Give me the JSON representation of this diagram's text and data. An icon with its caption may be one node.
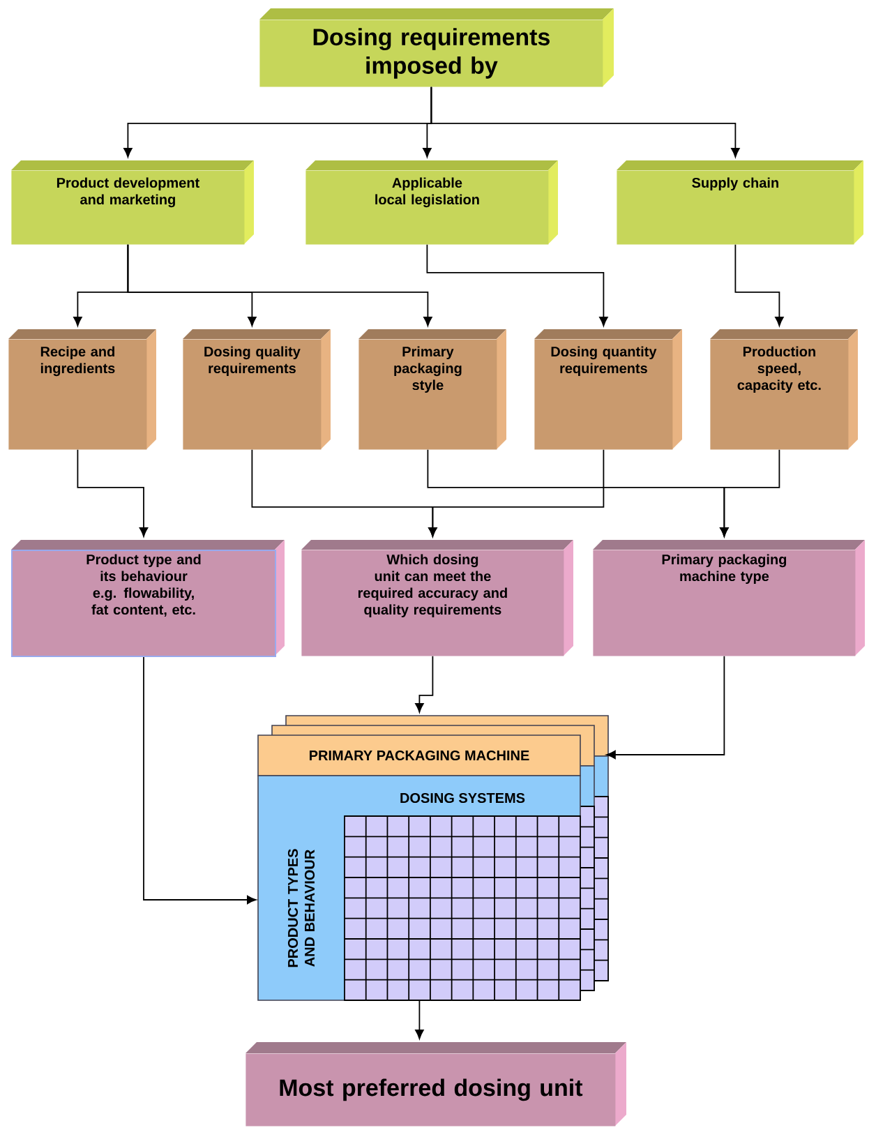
{
  "diagram": {
    "nodes": [
      {
        "text": [
          "Dosing requirements imposed by"
        ]
      },
      {
        "text": [
          "Product development and marketing"
        ]
      },
      {
        "text": [
          "Applicable local legislation"
        ]
      },
      {
        "text": [
          "Supply chain"
        ]
      },
      {
        "text": [
          "Recipe and ingredients"
        ]
      },
      {
        "text": [
          "Dosing quality requirements"
        ]
      },
      {
        "text": [
          "Primary packaging style"
        ]
      },
      {
        "text": [
          "Dosing quantity requirements"
        ]
      },
      {
        "text": [
          "Production speed, capacity etc."
        ]
      },
      {
        "text": [
          "Product type and its behaviour e.g. flowability, fat content, etc."
        ]
      },
      {
        "text": [
          "Which dosing unit can meet the required accuracy and quality requirements"
        ]
      },
      {
        "text": [
          "Primary packaging machine type"
        ]
      },
      {
        "text": [
          "PRIMARY PACKAGING MACHINE",
          "DOSING SYSTEMS",
          "PRODUCT TYPES AND BEHAVIOUR"
        ]
      },
      {
        "text": [
          "Most preferred dosing unit"
        ]
      }
    ],
    "edges": [
      {
        "from": 0,
        "to": 1,
        "arrow": "to"
      },
      {
        "from": 0,
        "to": 2,
        "arrow": "to"
      },
      {
        "from": 0,
        "to": 3,
        "arrow": "to"
      },
      {
        "from": 1,
        "to": 4,
        "arrow": "to"
      },
      {
        "from": 1,
        "to": 5,
        "arrow": "to"
      },
      {
        "from": 1,
        "to": 6,
        "arrow": "to"
      },
      {
        "from": 2,
        "to": 7,
        "arrow": "to"
      },
      {
        "from": 3,
        "to": 8,
        "arrow": "to"
      },
      {
        "from": 4,
        "to": 9,
        "arrow": "to"
      },
      {
        "from": 5,
        "to": 10,
        "arrow": "to"
      },
      {
        "from": 7,
        "to": 10,
        "arrow": "to"
      },
      {
        "from": 6,
        "to": 11,
        "arrow": "to"
      },
      {
        "from": 8,
        "to": 11,
        "arrow": "to"
      },
      {
        "from": 9,
        "to": 12,
        "arrow": "to"
      },
      {
        "from": 10,
        "to": 12,
        "arrow": "to"
      },
      {
        "from": 11,
        "to": 12,
        "arrow": "to"
      },
      {
        "from": 12,
        "to": 13,
        "arrow": "to"
      }
    ]
  }
}
